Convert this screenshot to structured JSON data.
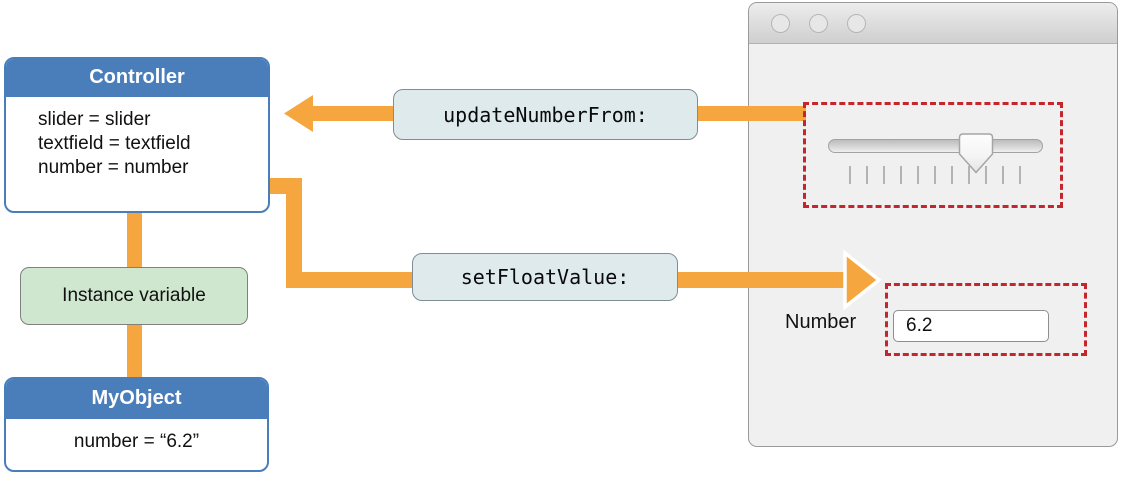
{
  "diagram": {
    "controller": {
      "title": "Controller",
      "lines": [
        "slider = slider",
        "textfield = textfield",
        "number = number"
      ]
    },
    "instance_variable": {
      "label": "Instance variable"
    },
    "my_object": {
      "title": "MyObject",
      "lines": [
        "number = “6.2”"
      ]
    },
    "messages": {
      "update_number_from": "updateNumberFrom:",
      "set_float_value": "setFloatValue:"
    }
  },
  "window": {
    "traffic_lights": [
      {
        "name": "close"
      },
      {
        "name": "minimize"
      },
      {
        "name": "zoom"
      }
    ],
    "slider": {
      "position_percent": 69,
      "tick_count": 11
    },
    "number_field": {
      "label": "Number",
      "value": "6.2"
    }
  },
  "colors": {
    "arrow_orange": "#F5A63F",
    "header_blue": "#4A7EBB",
    "instance_green": "#CFE6CF",
    "highlight_red": "#C5262C",
    "message_pill_bg": "#DFEAED"
  }
}
